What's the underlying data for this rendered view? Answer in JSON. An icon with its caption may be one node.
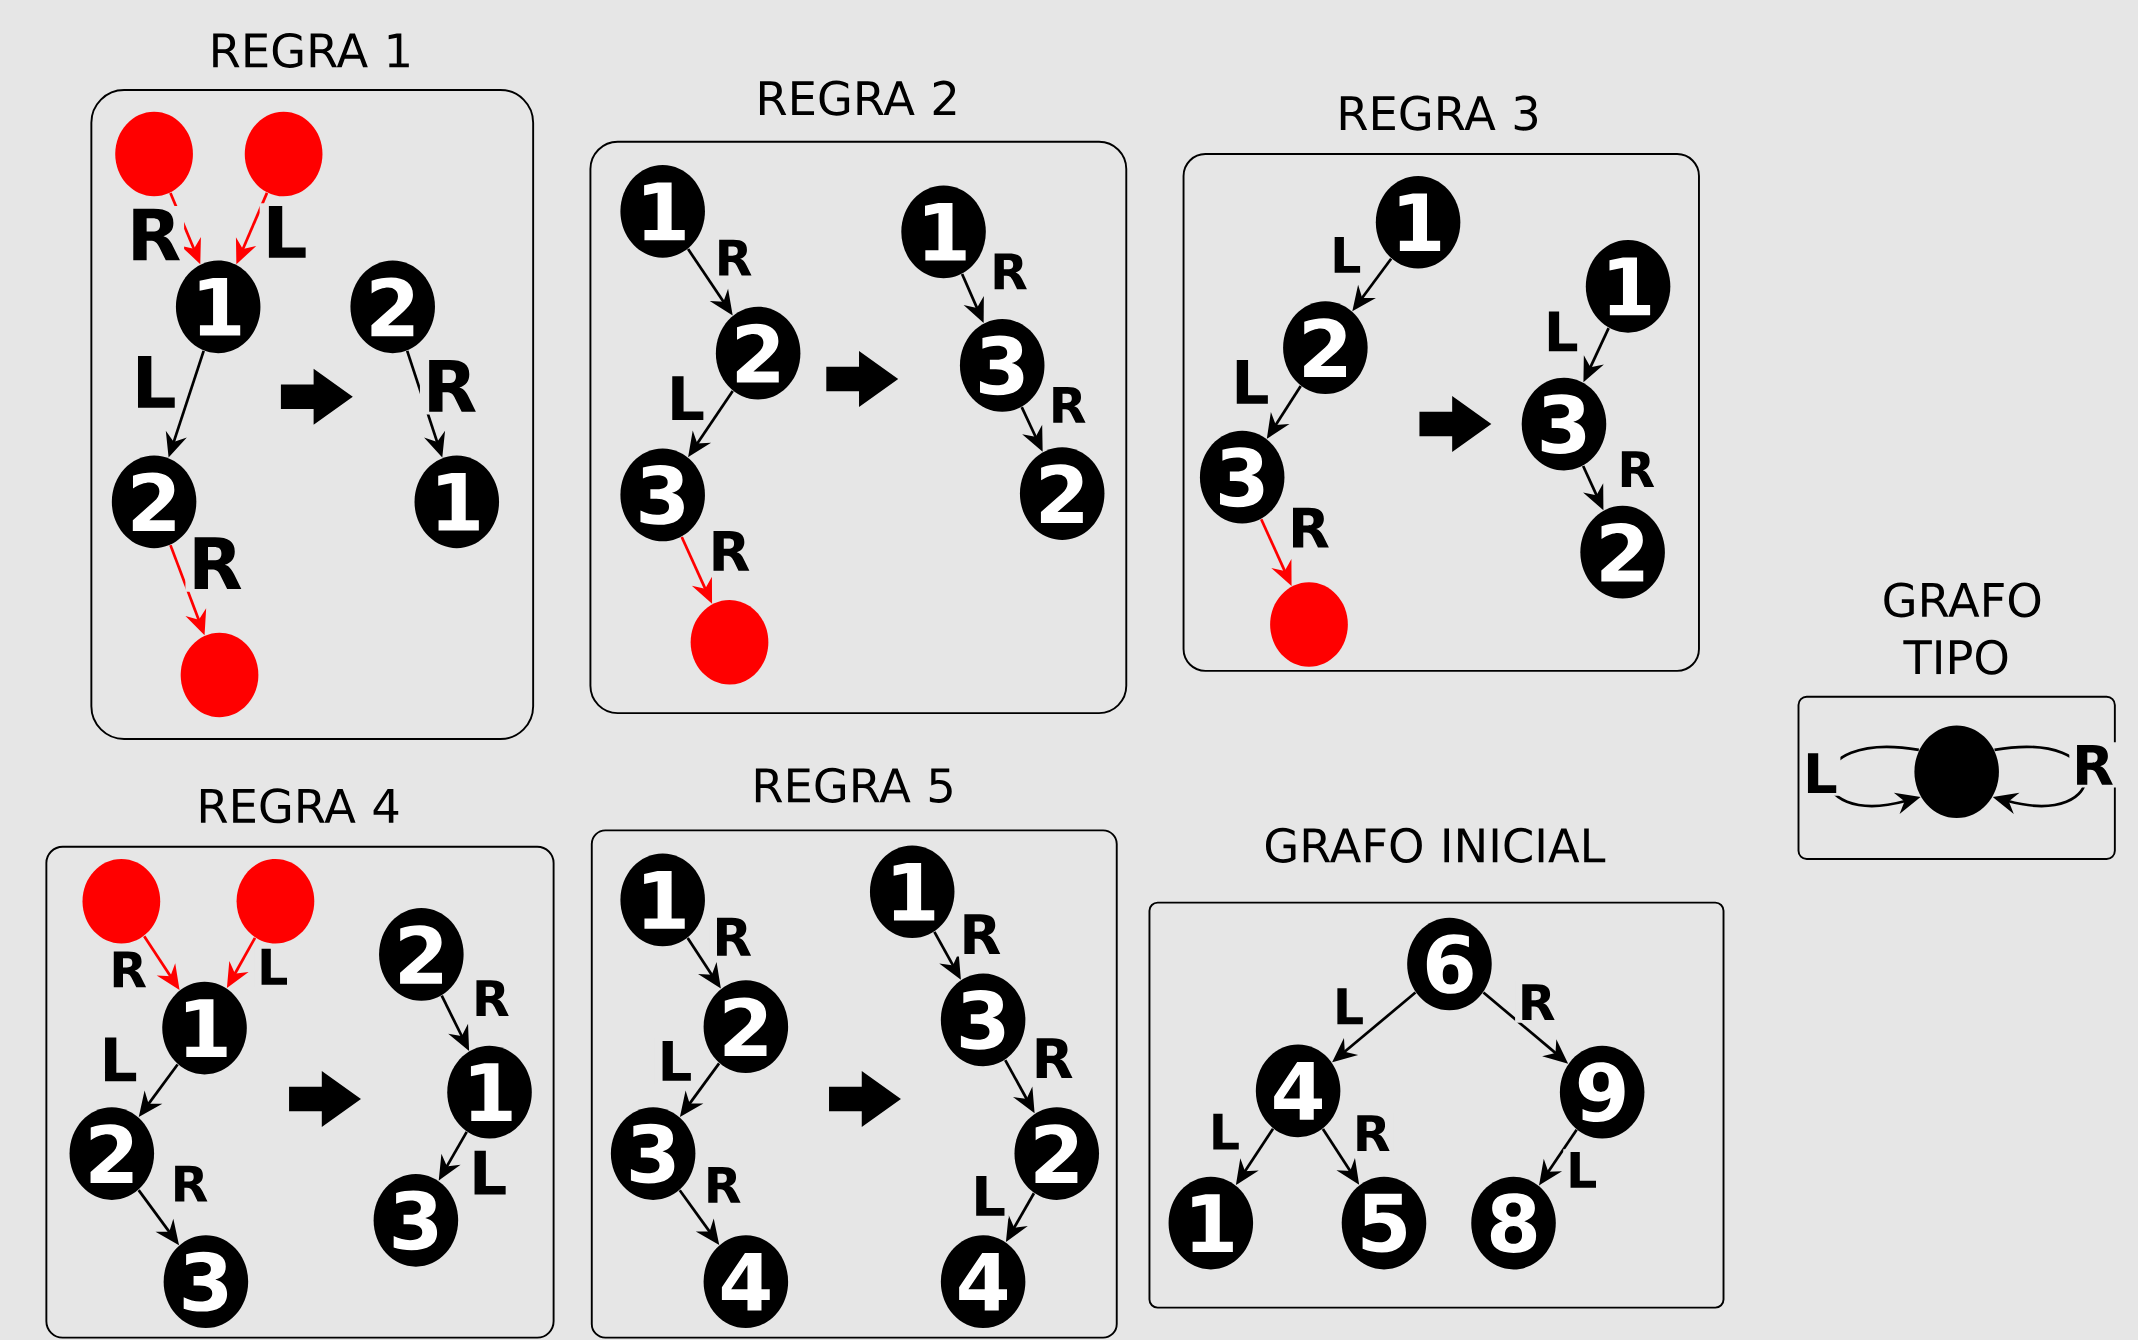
{
  "diagram": {
    "nodes": [
      {
        "text": [
          "REGRA 1"
        ]
      },
      {
        "text": [],
        "shape": "circle",
        "in": 51
      },
      {
        "text": [],
        "shape": "circle",
        "in": 51
      },
      {
        "text": [
          "1"
        ],
        "in": 51
      },
      {
        "text": [
          "2"
        ],
        "in": 51
      },
      {
        "text": [],
        "shape": "circle",
        "in": 51
      },
      {
        "text": [
          "2"
        ],
        "in": 52
      },
      {
        "text": [
          "1"
        ],
        "in": 52
      },
      {
        "text": [
          "REGRA 2"
        ]
      },
      {
        "text": [
          "1"
        ],
        "in": 53
      },
      {
        "text": [
          "2"
        ],
        "in": 53
      },
      {
        "text": [
          "3"
        ],
        "in": 53
      },
      {
        "text": [],
        "shape": "circle",
        "in": 53
      },
      {
        "text": [
          "1"
        ],
        "in": 54
      },
      {
        "text": [
          "3"
        ],
        "in": 54
      },
      {
        "text": [
          "2"
        ],
        "in": 54
      },
      {
        "text": [
          "REGRA 3"
        ]
      },
      {
        "text": [
          "1"
        ],
        "in": 55
      },
      {
        "text": [
          "2"
        ],
        "in": 55
      },
      {
        "text": [
          "3"
        ],
        "in": 55
      },
      {
        "text": [],
        "shape": "circle",
        "in": 55
      },
      {
        "text": [
          "1"
        ],
        "in": 56
      },
      {
        "text": [
          "3"
        ],
        "in": 56
      },
      {
        "text": [
          "2"
        ],
        "in": 56
      },
      {
        "text": [
          "GRAFO TIPO"
        ]
      },
      {
        "text": [],
        "shape": "circle",
        "in": 24
      },
      {
        "text": [
          "REGRA 4"
        ]
      },
      {
        "text": [],
        "shape": "circle",
        "in": 57
      },
      {
        "text": [],
        "shape": "circle",
        "in": 57
      },
      {
        "text": [
          "1"
        ],
        "in": 57
      },
      {
        "text": [
          "2"
        ],
        "in": 57
      },
      {
        "text": [
          "3"
        ],
        "in": 57
      },
      {
        "text": [
          "2"
        ],
        "in": 58
      },
      {
        "text": [
          "1"
        ],
        "in": 58
      },
      {
        "text": [
          "3"
        ],
        "in": 58
      },
      {
        "text": [
          "REGRA 5"
        ]
      },
      {
        "text": [
          "1"
        ],
        "in": 59
      },
      {
        "text": [
          "2"
        ],
        "in": 59
      },
      {
        "text": [
          "3"
        ],
        "in": 59
      },
      {
        "text": [
          "4"
        ],
        "in": 59
      },
      {
        "text": [
          "1"
        ],
        "in": 60
      },
      {
        "text": [
          "3"
        ],
        "in": 60
      },
      {
        "text": [
          "2"
        ],
        "in": 60
      },
      {
        "text": [
          "4"
        ],
        "in": 60
      },
      {
        "text": [
          "GRAFO INICIAL"
        ]
      },
      {
        "text": [
          "6"
        ],
        "in": 44
      },
      {
        "text": [
          "4"
        ],
        "in": 44
      },
      {
        "text": [
          "9"
        ],
        "in": 44
      },
      {
        "text": [
          "1"
        ],
        "in": 44
      },
      {
        "text": [
          "5"
        ],
        "in": 44
      },
      {
        "text": [
          "8"
        ],
        "in": 44
      },
      {
        "text": [],
        "shape": "graph",
        "in": 0
      },
      {
        "text": [],
        "shape": "graph",
        "in": 0
      },
      {
        "text": [],
        "shape": "graph",
        "in": 8
      },
      {
        "text": [],
        "shape": "graph",
        "in": 8
      },
      {
        "text": [],
        "shape": "graph",
        "in": 16
      },
      {
        "text": [],
        "shape": "graph",
        "in": 16
      },
      {
        "text": [],
        "shape": "graph",
        "in": 26
      },
      {
        "text": [],
        "shape": "graph",
        "in": 26
      },
      {
        "text": [],
        "shape": "graph",
        "in": 35
      },
      {
        "text": [],
        "shape": "graph",
        "in": 35
      }
    ],
    "edges": [
      {
        "from": 1,
        "to": 3,
        "arrow": "to",
        "label": "R",
        "color": "#ff0000"
      },
      {
        "from": 2,
        "to": 3,
        "arrow": "to",
        "label": "L",
        "color": "#ff0000"
      },
      {
        "from": 3,
        "to": 4,
        "arrow": "to",
        "label": "L"
      },
      {
        "from": 4,
        "to": 5,
        "arrow": "to",
        "label": "R",
        "color": "#ff0000"
      },
      {
        "from": 6,
        "to": 7,
        "arrow": "to",
        "label": "R"
      },
      {
        "from": 9,
        "to": 10,
        "arrow": "to",
        "label": "R"
      },
      {
        "from": 10,
        "to": 11,
        "arrow": "to",
        "label": "L"
      },
      {
        "from": 11,
        "to": 12,
        "arrow": "to",
        "label": "R",
        "color": "#ff0000"
      },
      {
        "from": 13,
        "to": 14,
        "arrow": "to",
        "label": "R"
      },
      {
        "from": 14,
        "to": 15,
        "arrow": "to",
        "label": "R"
      },
      {
        "from": 17,
        "to": 18,
        "arrow": "to",
        "label": "L"
      },
      {
        "from": 18,
        "to": 19,
        "arrow": "to",
        "label": "L"
      },
      {
        "from": 19,
        "to": 20,
        "arrow": "to",
        "label": "R",
        "color": "#ff0000"
      },
      {
        "from": 21,
        "to": 22,
        "arrow": "to",
        "label": "L"
      },
      {
        "from": 22,
        "to": 23,
        "arrow": "to",
        "label": "R"
      },
      {
        "from": 25,
        "to": 25,
        "arrow": "to",
        "label": "L"
      },
      {
        "from": 25,
        "to": 25,
        "arrow": "to",
        "label": "R"
      },
      {
        "from": 27,
        "to": 29,
        "arrow": "to",
        "label": "R",
        "color": "#ff0000"
      },
      {
        "from": 28,
        "to": 29,
        "arrow": "to",
        "label": "L",
        "color": "#ff0000"
      },
      {
        "from": 29,
        "to": 30,
        "arrow": "to",
        "label": "L"
      },
      {
        "from": 30,
        "to": 31,
        "arrow": "to",
        "label": "R"
      },
      {
        "from": 32,
        "to": 33,
        "arrow": "to",
        "label": "R"
      },
      {
        "from": 33,
        "to": 34,
        "arrow": "to",
        "label": "L"
      },
      {
        "from": 36,
        "to": 37,
        "arrow": "to",
        "label": "R"
      },
      {
        "from": 37,
        "to": 38,
        "arrow": "to",
        "label": "L"
      },
      {
        "from": 38,
        "to": 39,
        "arrow": "to",
        "label": "R"
      },
      {
        "from": 40,
        "to": 41,
        "arrow": "to",
        "label": "R"
      },
      {
        "from": 41,
        "to": 42,
        "arrow": "to",
        "label": "R"
      },
      {
        "from": 42,
        "to": 43,
        "arrow": "to",
        "label": "L"
      },
      {
        "from": 45,
        "to": 46,
        "arrow": "to",
        "label": "L"
      },
      {
        "from": 45,
        "to": 47,
        "arrow": "to",
        "label": "R"
      },
      {
        "from": 46,
        "to": 48,
        "arrow": "to",
        "label": "L"
      },
      {
        "from": 46,
        "to": 49,
        "arrow": "to",
        "label": "R"
      },
      {
        "from": 47,
        "to": 50,
        "arrow": "to",
        "label": "L"
      },
      {
        "from": 51,
        "to": 52,
        "arrow": "to",
        "style": "thick"
      },
      {
        "from": 53,
        "to": 54,
        "arrow": "to",
        "style": "thick"
      },
      {
        "from": 55,
        "to": 56,
        "arrow": "to",
        "style": "thick"
      },
      {
        "from": 57,
        "to": 58,
        "arrow": "to",
        "style": "thick"
      },
      {
        "from": 59,
        "to": 60,
        "arrow": "to",
        "style": "thick"
      }
    ]
  }
}
